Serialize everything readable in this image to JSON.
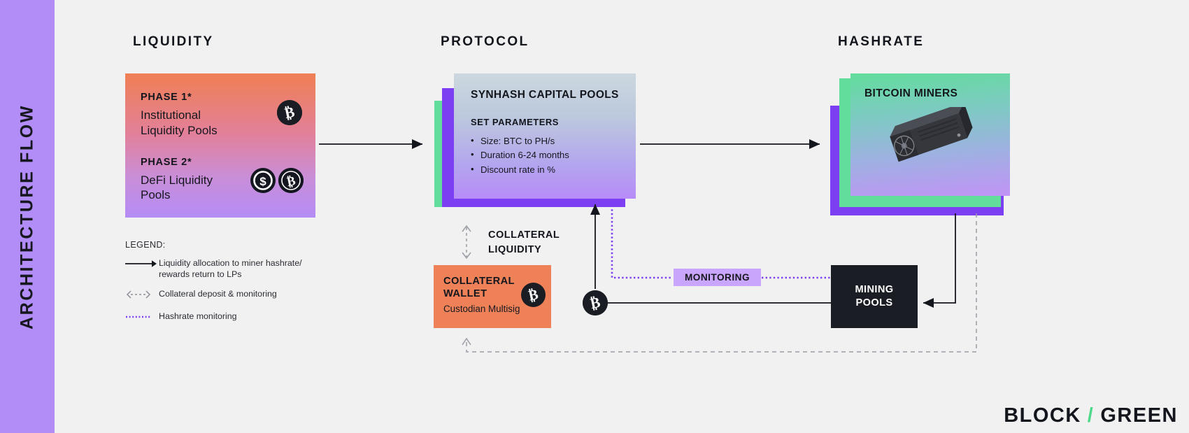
{
  "sidebar": {
    "label": "ARCHITECTURE FLOW",
    "color": "#b28cf7"
  },
  "columns": {
    "liquidity": "LIQUIDITY",
    "protocol": "PROTOCOL",
    "hashrate": "HASHRATE"
  },
  "liquidity_card": {
    "phase1_kicker": "PHASE 1*",
    "phase1_body": "Institutional\nLiquidity Pools",
    "phase2_kicker": "PHASE 2*",
    "phase2_body": "DeFi Liquidity\nPools",
    "icons": [
      "bitcoin-coin",
      "usd-coin",
      "bitcoin-coin-outline"
    ],
    "gradient_from": "#ef7f54",
    "gradient_to": "#b48cf6"
  },
  "legend": {
    "title": "LEGEND:",
    "items": [
      {
        "key": "solid-arrow",
        "text": "Liquidity allocation to miner hashrate/ rewards return to LPs"
      },
      {
        "key": "dashed-double-arrow",
        "text": "Collateral deposit & monitoring"
      },
      {
        "key": "purple-dotted",
        "text": "Hashrate monitoring"
      }
    ]
  },
  "protocol_card": {
    "heading": "SYNHASH CAPITAL POOLS",
    "subheading": "SET PARAMETERS",
    "parameters": [
      "Size: BTC to PH/s",
      "Duration 6-24 months",
      "Discount rate in %"
    ],
    "layer_green": "#62dd9c",
    "layer_purple": "#7c3ff2"
  },
  "collateral_liquidity_label": "COLLATERAL\nLIQUIDITY",
  "collateral_wallet": {
    "title": "COLLATERAL\nWALLET",
    "subtitle": "Custodian Multisig",
    "icon": "bitcoin-coin",
    "color": "#ef8158"
  },
  "hashrate_card": {
    "heading": "BITCOIN MINERS",
    "illustration": "asic-miner",
    "gradient_from": "#62dd9c",
    "gradient_to": "#c193f6"
  },
  "mining_pools": {
    "line1": "MINING",
    "line2": "POOLS",
    "color": "#1b1d25"
  },
  "monitoring_badge": {
    "label": "MONITORING",
    "color": "#c9a6fb"
  },
  "hub_node": {
    "icon": "bitcoin-coin"
  },
  "logo": {
    "block": "BLOCK",
    "slash": "/",
    "green": "GREEN",
    "accent": "#4cd98a"
  }
}
